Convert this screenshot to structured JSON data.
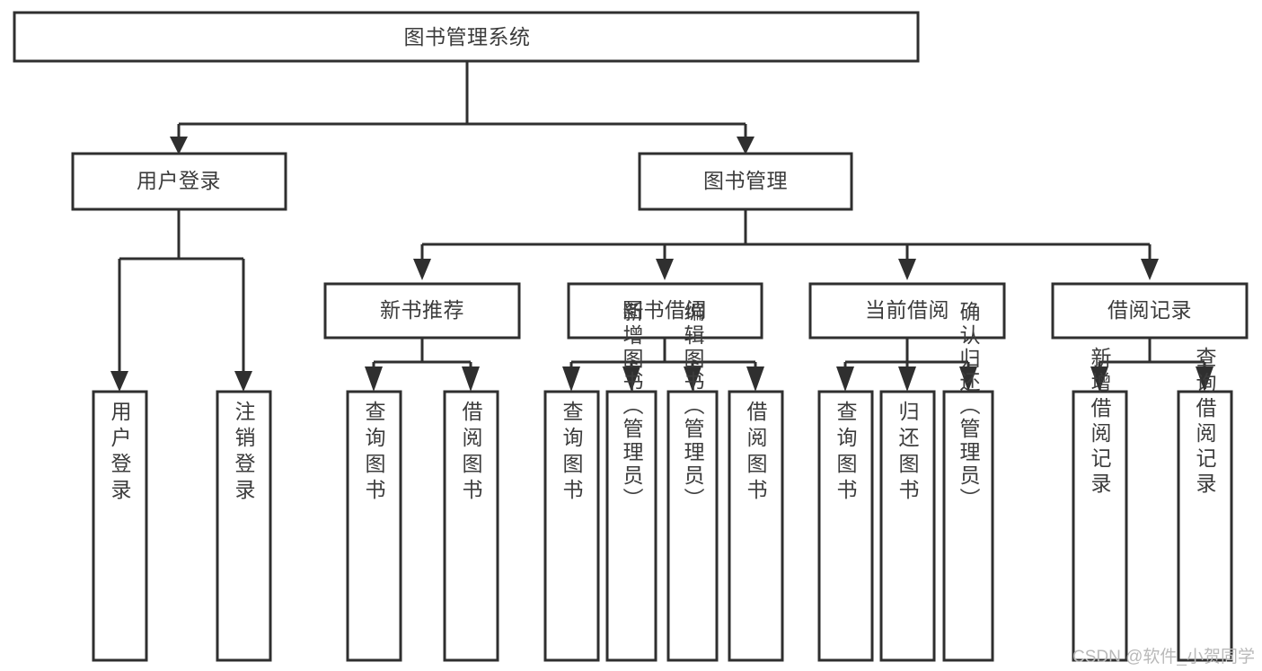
{
  "diagram": {
    "type": "tree",
    "title": "图书管理系统",
    "watermark": "CSDN @软件_小贺同学",
    "colors": {
      "box_stroke": "#2f2f2f",
      "box_fill": "#ffffff",
      "text": "#3c3c3c",
      "watermark": "#b9b9b9",
      "background": "#ffffff"
    },
    "nodes": {
      "root": {
        "label": "图书管理系统",
        "level": 1
      },
      "l2": [
        {
          "id": "user-login",
          "label": "用户登录",
          "level": 2
        },
        {
          "id": "book-manage",
          "label": "图书管理",
          "level": 2
        }
      ],
      "l3": [
        {
          "id": "new-book-recommend",
          "label": "新书推荐",
          "level": 3
        },
        {
          "id": "book-borrow",
          "label": "图书借阅",
          "level": 3
        },
        {
          "id": "current-borrow",
          "label": "当前借阅",
          "level": 3
        },
        {
          "id": "borrow-record",
          "label": "借阅记录",
          "level": 3
        }
      ],
      "leaves": {
        "user-login": [
          {
            "id": "leaf-user-login",
            "label": "用户登录"
          },
          {
            "id": "leaf-logout-login",
            "label": "注销登录"
          }
        ],
        "new-book-recommend": [
          {
            "id": "leaf-query-book-1",
            "label": "查询图书"
          },
          {
            "id": "leaf-borrow-book-1",
            "label": "借阅图书"
          }
        ],
        "book-borrow": [
          {
            "id": "leaf-query-book-2",
            "label": "查询图书"
          },
          {
            "id": "leaf-add-book",
            "label": "新增图书（管理员）"
          },
          {
            "id": "leaf-edit-book",
            "label": "编辑图书（管理员）"
          },
          {
            "id": "leaf-borrow-book-2",
            "label": "借阅图书"
          }
        ],
        "current-borrow": [
          {
            "id": "leaf-query-book-3",
            "label": "查询图书"
          },
          {
            "id": "leaf-return-book",
            "label": "归还图书"
          },
          {
            "id": "leaf-confirm-return",
            "label": "确认归还（管理员）"
          }
        ],
        "borrow-record": [
          {
            "id": "leaf-add-borrow-record",
            "label": "新增借阅记录"
          },
          {
            "id": "leaf-query-borrow-record",
            "label": "查询借阅记录"
          }
        ]
      }
    }
  }
}
